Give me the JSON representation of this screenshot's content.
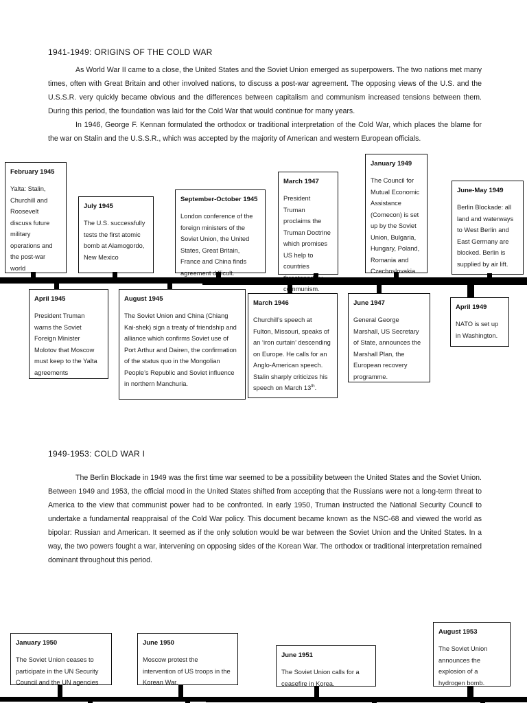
{
  "document": {
    "sections": [
      {
        "heading": "1941-1949: ORIGINS OF THE COLD WAR",
        "paragraphs": [
          "As World War II came to a close, the United States and the Soviet Union emerged as superpowers. The two nations met many times, often with Great Britain and other involved nations, to discuss a post-war agreement. The opposing views of the U.S. and the U.S.S.R. very quickly became obvious and the differences between capitalism and communism increased tensions between them. During this period, the foundation was laid for the Cold War that would continue for many years.",
          "In 1946, George F. Kennan formulated the orthodox or traditional interpretation of the Cold War, which places the blame for the war on Stalin and the U.S.S.R., which was accepted by the majority of American and western European officials."
        ]
      },
      {
        "heading": "1949-1953: COLD WAR I",
        "paragraphs": [
          "The Berlin Blockade in 1949 was the first time war seemed to be a possibility between the United States and the Soviet Union. Between 1949 and 1953, the official mood in the United States shifted from accepting that the Russians were not a long-term threat to America to the view that communist power had to be confronted. In early 1950, Truman instructed the National Security Council to undertake a fundamental reappraisal of the Cold War policy. This document became known as the NSC-68 and viewed the world as bipolar: Russian and American. It seemed as if the only solution would be war between the Soviet Union and the United States. In a way, the two powers fought a war, intervening on opposing sides of the Korean War. The orthodox or traditional interpretation remained dominant throughout this period."
        ]
      }
    ],
    "timeline1": {
      "above": [
        {
          "date": "February 1945",
          "text": "Yalta: Stalin, Churchill and Roosevelt discuss future military operations and the post-war world"
        },
        {
          "date": "July 1945",
          "text": "The U.S. successfully tests the first atomic bomb at Alamogordo, New Mexico"
        },
        {
          "date": "September-October 1945",
          "text": "London conference of the foreign ministers of the Soviet Union, the United States, Great Britain, France and China finds agreement difficult."
        },
        {
          "date": "March 1947",
          "text": "President Truman proclaims the Truman Doctrine which promises US help to countries threatened by communism."
        },
        {
          "date": "January 1949",
          "text": "The Council for Mutual Economic Assistance (Comecon) is set up by the Soviet Union, Bulgaria, Hungary, Poland, Romania and Czechoslovakia"
        },
        {
          "date": "June-May 1949",
          "text": "Berlin Blockade: all land and waterways to West Berlin and East Germany are blocked. Berlin is supplied by air lift."
        }
      ],
      "below": [
        {
          "date": "April 1945",
          "text": "President Truman warns the Soviet Foreign Minister Molotov that Moscow must keep to the Yalta agreements"
        },
        {
          "date": "August 1945",
          "text": "The Soviet Union and China (Chiang Kai-shek) sign a treaty of friendship and alliance which confirms Soviet use of Port Arthur and Dairen, the confirmation of the status quo in the Mongolian People’s Republic and Soviet influence in northern Manchuria."
        },
        {
          "date": "March 1946",
          "text_before_sup": "Churchill’s speech at Fulton, Missouri, speaks of an ‘iron curtain’ descending on Europe. He calls for an Anglo-American speech. Stalin sharply criticizes his speech on March 13",
          "sup": "th",
          "text_after_sup": "."
        },
        {
          "date": "June 1947",
          "text": "General George Marshall, US Secretary of State, announces the Marshall Plan, the European recovery programme."
        },
        {
          "date": "April 1949",
          "text": "NATO is set up in Washington."
        }
      ]
    },
    "timeline2": {
      "above": [
        {
          "date": "January 1950",
          "text": "The Soviet Union ceases to participate in the UN Security Council and the UN agencies"
        },
        {
          "date": "June 1950",
          "text": "Moscow protest the intervention of US troops in the Korean War."
        },
        {
          "date": "June 1951",
          "text": "The Soviet Union calls for a ceasefire in Korea."
        },
        {
          "date": "August 1953",
          "text": "The Soviet Union announces the explosion of a hydrogen bomb."
        }
      ]
    }
  }
}
